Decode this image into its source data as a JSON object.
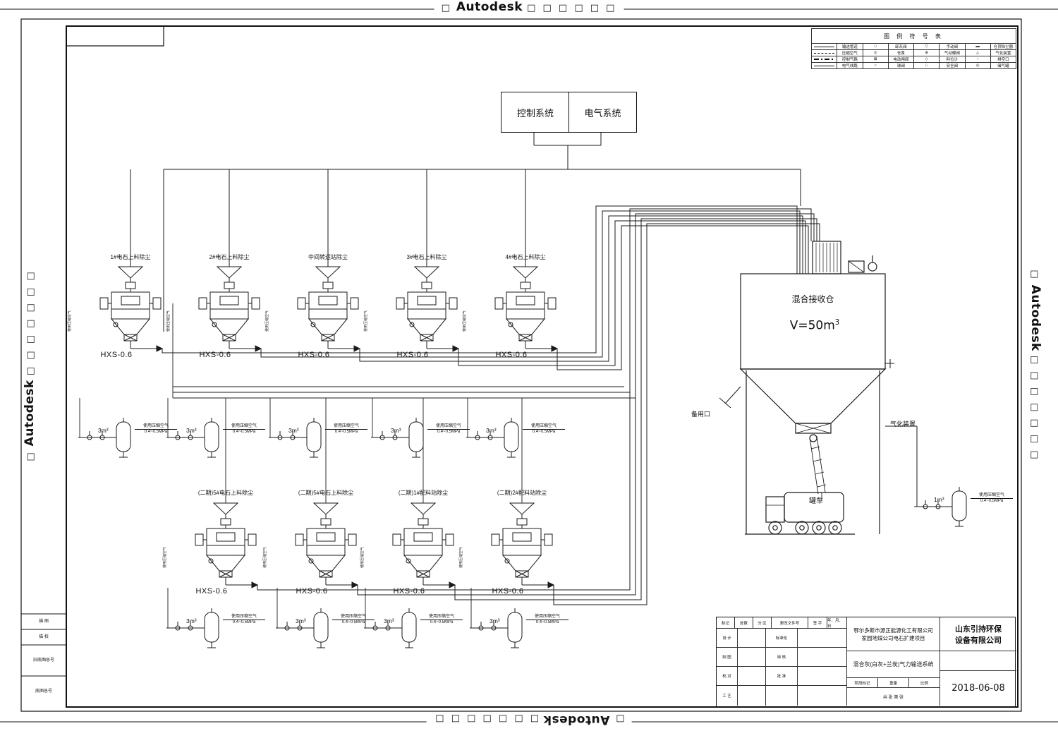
{
  "watermarks": {
    "top_prefix": "□",
    "brand": "Autodesk",
    "top_suffix": "□ □ □ □ □ □",
    "left_text": "□ □ □ □ □ □ □",
    "right_text": "□ □ □ □ □ □ □",
    "bottom_prefix": "□",
    "bottom_suffix": "□ □ □ □ □ □ □"
  },
  "control": {
    "box1": "控制系统",
    "box2": "电气系统"
  },
  "legend": {
    "title": "图 例 符 号 表",
    "rows": [
      {
        "l1": "输送管道",
        "s2": "□",
        "l2": "卸灰阀",
        "s3": "▽",
        "l3": "手动阀",
        "s4": "▬",
        "l4": "仓顶除尘器"
      },
      {
        "l1": "压缩空气",
        "s2": "◎",
        "l2": "仓泵",
        "s3": "⊗",
        "l3": "气动蝶阀",
        "s4": "△",
        "l4": "气化装置"
      },
      {
        "l1": "控制气路",
        "s2": "⊠",
        "l2": "电动闸阀",
        "s3": "◇",
        "l3": "料位计",
        "s4": "↑",
        "l4": "排空口"
      },
      {
        "l1": "电气线路",
        "s2": "○",
        "l2": "球阀",
        "s3": "□",
        "l3": "安全阀",
        "s4": "◎",
        "l4": "储气罐"
      }
    ]
  },
  "units": {
    "side_note": "使用压缩空气",
    "model": "HXS-0.6",
    "row1": [
      {
        "label": "1#电石上料除尘"
      },
      {
        "label": "2#电石上料除尘"
      },
      {
        "label": "中间转运站除尘"
      },
      {
        "label": "3#电石上料除尘"
      },
      {
        "label": "4#电石上料除尘"
      }
    ],
    "row2": [
      {
        "label": "(二期)5#电石上料除尘"
      },
      {
        "label": "(二期)5#电石上料除尘"
      },
      {
        "label": "(二期)1#配料站除尘"
      },
      {
        "label": "(二期)2#配料站除尘"
      }
    ]
  },
  "tanks": {
    "note1": "使用压缩空气",
    "note2": "0.4~0.5MPa",
    "row1": [
      "3m³",
      "3m³",
      "3m³",
      "3m³",
      "3m³"
    ],
    "row2": [
      "3m³",
      "3m³",
      "3m³",
      "3m³"
    ],
    "right": "1m³"
  },
  "silo": {
    "name": "混合接收仓",
    "volume": "V=50m",
    "volume_sup": "3",
    "spare_port": "备用口",
    "fluidizer": "气化装置",
    "truck": "罐车"
  },
  "titleblock": {
    "header": [
      "标记",
      "处数",
      "分 区",
      "更改文件号",
      "签 字",
      "年、月、日"
    ],
    "rows": [
      [
        "设 计",
        "标准化"
      ],
      [
        "制 图",
        "审 核"
      ],
      [
        "校 对",
        "批 准"
      ],
      [
        "工 艺",
        ""
      ]
    ],
    "client_line1": "鄂尔多斯市源正能源化工有限公司",
    "client_line2": "家园地煤公司电石扩建项目",
    "company_line1": "山东引持环保",
    "company_line2": "设备有限公司",
    "drawing_title": "混合灰(白灰+兰炭)气力输送系统",
    "stage_cells": [
      "阶段标记",
      "重量",
      "比例"
    ],
    "sheet": "共  张   第  张",
    "date": "2018-06-08"
  },
  "margin_table": {
    "rows": [
      "描 图",
      "描 校",
      "旧底图总号",
      "底图总号"
    ]
  }
}
